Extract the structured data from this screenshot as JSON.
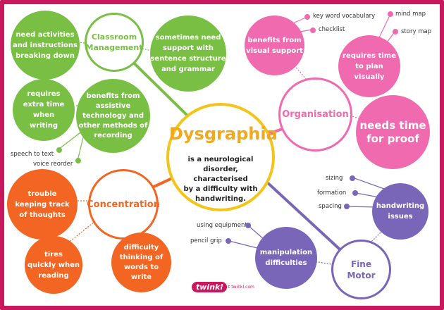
{
  "center": {
    "title": "Dysgraphia",
    "description": "is a neurological\ndisorder, characterised\nby a difficulty with\nhandwriting."
  },
  "classroom": {
    "title": "Classroom\nManagement",
    "needs_activities": "need activities\nand instructions\nbreaking down",
    "sentence_support": "sometimes need\nsupport with\nsentence structure\nand grammar",
    "extra_time": "requires\nextra time\nwhen\nwriting",
    "assistive": "benefits from\nassistive\ntechnology and\nother methods of\nrecording",
    "speech_to_text": "speech to text",
    "voice_recorder": "voice reorder"
  },
  "organisation": {
    "title": "Organisation",
    "visual_support": "benefits from\nvisual support",
    "key_word": "key word vocabulary",
    "checklist": "checklist",
    "time_to_plan": "requires time\nto plan\nvisually",
    "mind_map": "mind map",
    "story_map": "story map",
    "needs_time": "needs time\nfor proof"
  },
  "concentration": {
    "title": "Concentration",
    "trouble": "trouble\nkeeping track\nof thoughts",
    "tires": "tires\nquickly when\nreading",
    "difficulty_words": "difficulty\nthinking of\nwords to\nwrite"
  },
  "fine_motor": {
    "title": "Fine\nMotor",
    "handwriting": "handwriting\nissues",
    "sizing": "sizing",
    "formation": "formation",
    "spacing": "spacing",
    "manipulation": "manipulation\ndifficulties",
    "using_equipment": "using equipment",
    "pencil_grip": "pencil grip"
  },
  "footer": {
    "logo": "twinkl",
    "visit": "visit twinkl.com"
  },
  "colors": {
    "border": "#c8195f",
    "center": "#f3c51b",
    "green": "#78bf44",
    "pink": "#f06ab0",
    "orange": "#f26522",
    "purple": "#7966b8"
  }
}
